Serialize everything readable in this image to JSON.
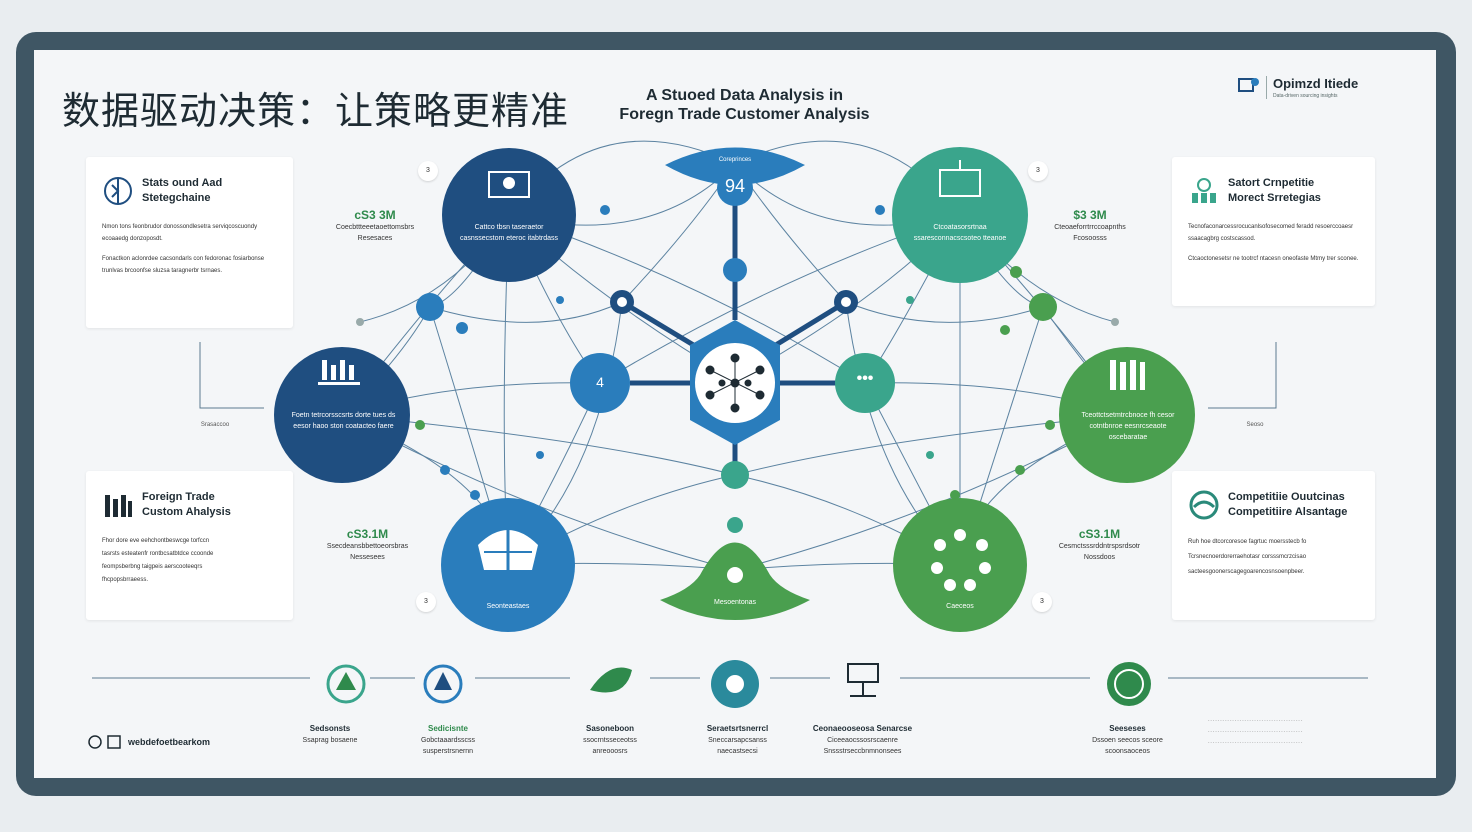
{
  "header": {
    "title_zh": "数据驱动决策：让策略更精准",
    "title_en_line1": "A Stuoed Data Analysis in",
    "title_en_line2": "Foregn Trade Customer Analysis",
    "logo_text": "Opimzd Itiede",
    "logo_sub": "Data-driven sourcing insights"
  },
  "cards": {
    "top_left": {
      "title1": "Stats ound Aad",
      "title2": "Stetegchaine",
      "p1": "Nmon tons feonbrudor donossondlesetra serviqcoscuondy ecoaaedg donzoposdt.",
      "p2": "Fonactkon aclonrdee cacsondarls con fedoronac fosiarbonse trunlvas brcoonfse sluzsa taragnerbr tsrnaes."
    },
    "top_right": {
      "title1": "Satort Crnpetitie",
      "title2": "Morect Srretegias",
      "p1": "Tecnofaconarcessrocucanlsofosecomed feradd resoerccoaesr ssaacagbrg costscassod.",
      "p2": "Ctcaoctonesetsr ne tootrcf ntacesn oneofaste Mtmy trer sconee."
    },
    "bottom_left": {
      "title1": "Foreign Trade",
      "title2": "Custom Ahalysis",
      "p1": "Fhor dore eve eehchontbeswcge torfccn",
      "p2": "tasrsts esteatenfr rontbcsatbtdce ccoonde",
      "p3": "feompsberbng taigpeis aerscooteeqrs",
      "p4": "fhcpopsbrraeess."
    },
    "bottom_right": {
      "title1": "Competitiie Ouutcinas",
      "title2": "Competitiire Alsantage",
      "p1": "Ruh hoe dtcorcoresoe fagrtuc moersstecb fo",
      "p2": "Tcrsnecnoerdorerraehotasr corsssmcrzcisao",
      "p3": "sacteesgoonerscagegoarencosnsoenpbeer."
    }
  },
  "diagram": {
    "center_top_label": "Coreprinces",
    "center_top_value": "94",
    "node_top_left_text": "Cattco tbsn taseraetor casnssecstom eteroc itabtrdass",
    "node_top_right_text": "Ctcoatasorsrtnaa ssaresconnacscsoteo tteanoe",
    "node_left_text": "Foetn tetrcorsscsrts dorte tues ds eesor haoo ston coatacteo faere",
    "node_right_text": "Tceottctsetmtrcbnoce fh cesor cotntbnroe eesnrcseaote oscebaratae",
    "node_bottom_left_text": "Seonteastaes",
    "node_bottom_center_text": "Mesoentonas",
    "node_bottom_right_text": "Caeceos",
    "mid_left_value": "4",
    "amt_tl": "cS3 3M",
    "amt_tl_desc1": "Coecbttteeetaoettomsbrs",
    "amt_tl_desc2": "Resesaces",
    "amt_tr": "$3 3M",
    "amt_tr_desc1": "Cteoaeforrtrrccoapnths",
    "amt_tr_desc2": "Fcosoosss",
    "amt_bl": "cS3.1M",
    "amt_bl_desc1": "Ssecdeansbbettoeorsbras",
    "amt_bl_desc2": "Nessesees",
    "amt_br": "cS3.1M",
    "amt_br_desc1": "Cesmctsssrddntrspsrdsotr",
    "amt_br_desc2": "Nossdoos",
    "side_l_caption": "Srasaccoo",
    "side_r_caption": "Seoso",
    "num_1": "3",
    "num_2": "3",
    "num_3": "3",
    "num_4": "3"
  },
  "timeline": [
    {
      "title": "Sedsonsts",
      "sub": "Ssaprag bosaene"
    },
    {
      "title": "Sedicisnte",
      "sub": "Gobctaaardsscss susperstrsnernn"
    },
    {
      "title": "Sasoneboon",
      "sub": "ssocrntsseceotss anreooosrs"
    },
    {
      "title": "Seraetsrtsnerrcl",
      "sub": "Sneccarsapcsanss naecastsecsi"
    },
    {
      "title": "Ceonaeooseosa Senarcse",
      "sub": "Ciceeaocssosrscaenre Snssstrseccbnmnonsees"
    },
    {
      "title": "Seeseses",
      "sub": "Dssoen seecos sceore scoonsaoceos"
    }
  ],
  "footer": {
    "brand": "webdefoetbearkom",
    "notes": "- - - - - - - - - - - - - - - - - - - - - - - - - - - - - - - - - - - - - - -"
  },
  "colors": {
    "navy": "#1f4e80",
    "blue": "#2a7dbc",
    "teal": "#3aa58c",
    "green": "#4a9f4f",
    "frame": "#3f5664"
  }
}
